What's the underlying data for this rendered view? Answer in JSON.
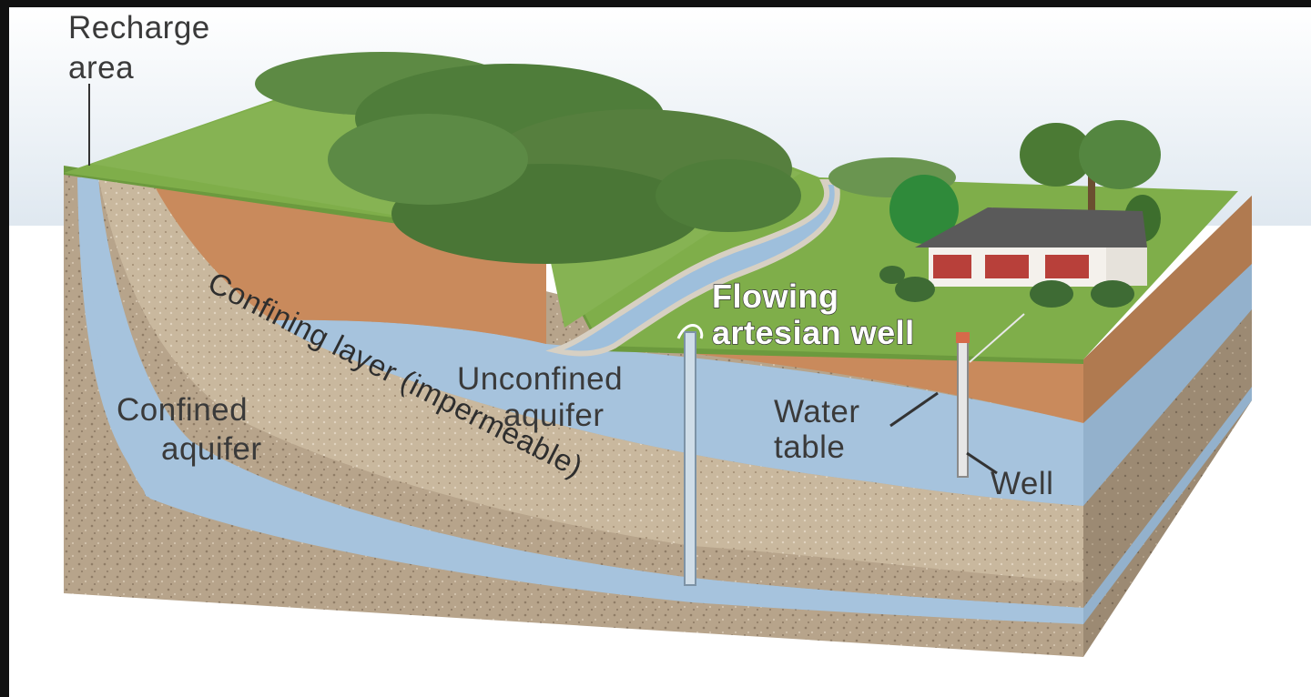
{
  "labels": {
    "recharge_line1": "Recharge",
    "recharge_line2": "area",
    "confining_layer": "Confining layer (impermeable)",
    "unconfined_line1": "Unconfined",
    "unconfined_line2": "aquifer",
    "confined_line1": "Confined",
    "confined_line2": "aquifer",
    "artesian_line1": "Flowing",
    "artesian_line2": "artesian well",
    "water_table_line1": "Water",
    "water_table_line2": "table",
    "well": "Well"
  },
  "colors": {
    "grass": "#7fae4a",
    "soil_brown": "#c98a5c",
    "aquifer_blue": "#a6c3dd",
    "sediment": "#b8a48c",
    "confining_layer": "#c9b79c",
    "forest": "#4f7d3a",
    "house_wall": "#f4f1ec",
    "roof": "#5a5a5a",
    "label_text": "#3a3a3a"
  }
}
